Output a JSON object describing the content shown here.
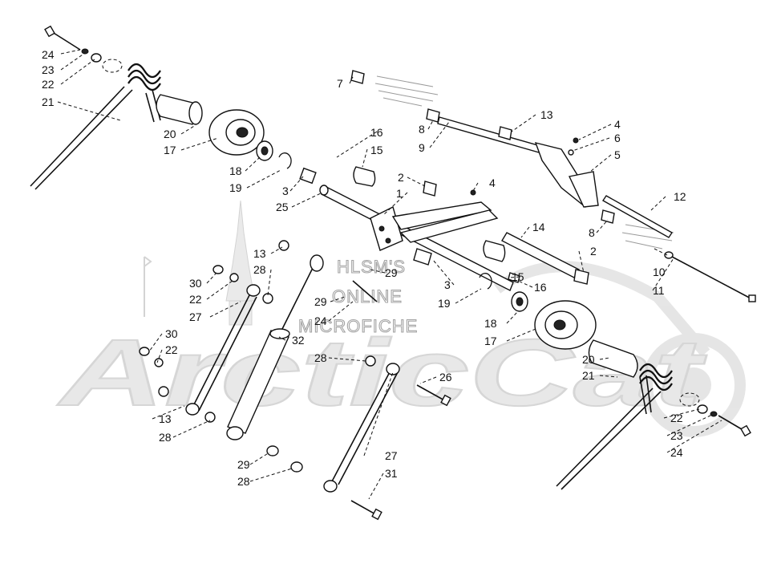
{
  "watermark": {
    "brand": "ArcticCat",
    "line1": "HLSM'S",
    "line2": "ONLINE",
    "line3": "MICROFICHE"
  },
  "callouts": [
    {
      "id": "c24a",
      "text": "24"
    },
    {
      "id": "c23a",
      "text": "23"
    },
    {
      "id": "c22a",
      "text": "22"
    },
    {
      "id": "c21a",
      "text": "21"
    },
    {
      "id": "c20a",
      "text": "20"
    },
    {
      "id": "c17a",
      "text": "17"
    },
    {
      "id": "c18a",
      "text": "18"
    },
    {
      "id": "c19a",
      "text": "19"
    },
    {
      "id": "c3a",
      "text": "3"
    },
    {
      "id": "c25",
      "text": "25"
    },
    {
      "id": "c16a",
      "text": "16"
    },
    {
      "id": "c15a",
      "text": "15"
    },
    {
      "id": "c2a",
      "text": "2"
    },
    {
      "id": "c1",
      "text": "1"
    },
    {
      "id": "c4a",
      "text": "4"
    },
    {
      "id": "c7",
      "text": "7"
    },
    {
      "id": "c8a",
      "text": "8"
    },
    {
      "id": "c9",
      "text": "9"
    },
    {
      "id": "c13a",
      "text": "13"
    },
    {
      "id": "c4b",
      "text": "4"
    },
    {
      "id": "c6",
      "text": "6"
    },
    {
      "id": "c5",
      "text": "5"
    },
    {
      "id": "c12",
      "text": "12"
    },
    {
      "id": "c14",
      "text": "14"
    },
    {
      "id": "c8b",
      "text": "8"
    },
    {
      "id": "c2b",
      "text": "2"
    },
    {
      "id": "c10",
      "text": "10"
    },
    {
      "id": "c11",
      "text": "11"
    },
    {
      "id": "c13b",
      "text": "13"
    },
    {
      "id": "c28a",
      "text": "28"
    },
    {
      "id": "c29a",
      "text": "29"
    },
    {
      "id": "c3b",
      "text": "3"
    },
    {
      "id": "c15b",
      "text": "15"
    },
    {
      "id": "c16b",
      "text": "16"
    },
    {
      "id": "c19b",
      "text": "19"
    },
    {
      "id": "c30a",
      "text": "30"
    },
    {
      "id": "c22b",
      "text": "22"
    },
    {
      "id": "c27a",
      "text": "27"
    },
    {
      "id": "c29b",
      "text": "29"
    },
    {
      "id": "c24b",
      "text": "24"
    },
    {
      "id": "c32",
      "text": "32"
    },
    {
      "id": "c18b",
      "text": "18"
    },
    {
      "id": "c17b",
      "text": "17"
    },
    {
      "id": "c30b",
      "text": "30"
    },
    {
      "id": "c22c",
      "text": "22"
    },
    {
      "id": "c28b",
      "text": "28"
    },
    {
      "id": "c26",
      "text": "26"
    },
    {
      "id": "c20b",
      "text": "20"
    },
    {
      "id": "c21b",
      "text": "21"
    },
    {
      "id": "c13c",
      "text": "13"
    },
    {
      "id": "c28c",
      "text": "28"
    },
    {
      "id": "c22d",
      "text": "22"
    },
    {
      "id": "c23b",
      "text": "23"
    },
    {
      "id": "c24c",
      "text": "24"
    },
    {
      "id": "c29c",
      "text": "29"
    },
    {
      "id": "c28d",
      "text": "28"
    },
    {
      "id": "c27b",
      "text": "27"
    },
    {
      "id": "c31",
      "text": "31"
    }
  ]
}
